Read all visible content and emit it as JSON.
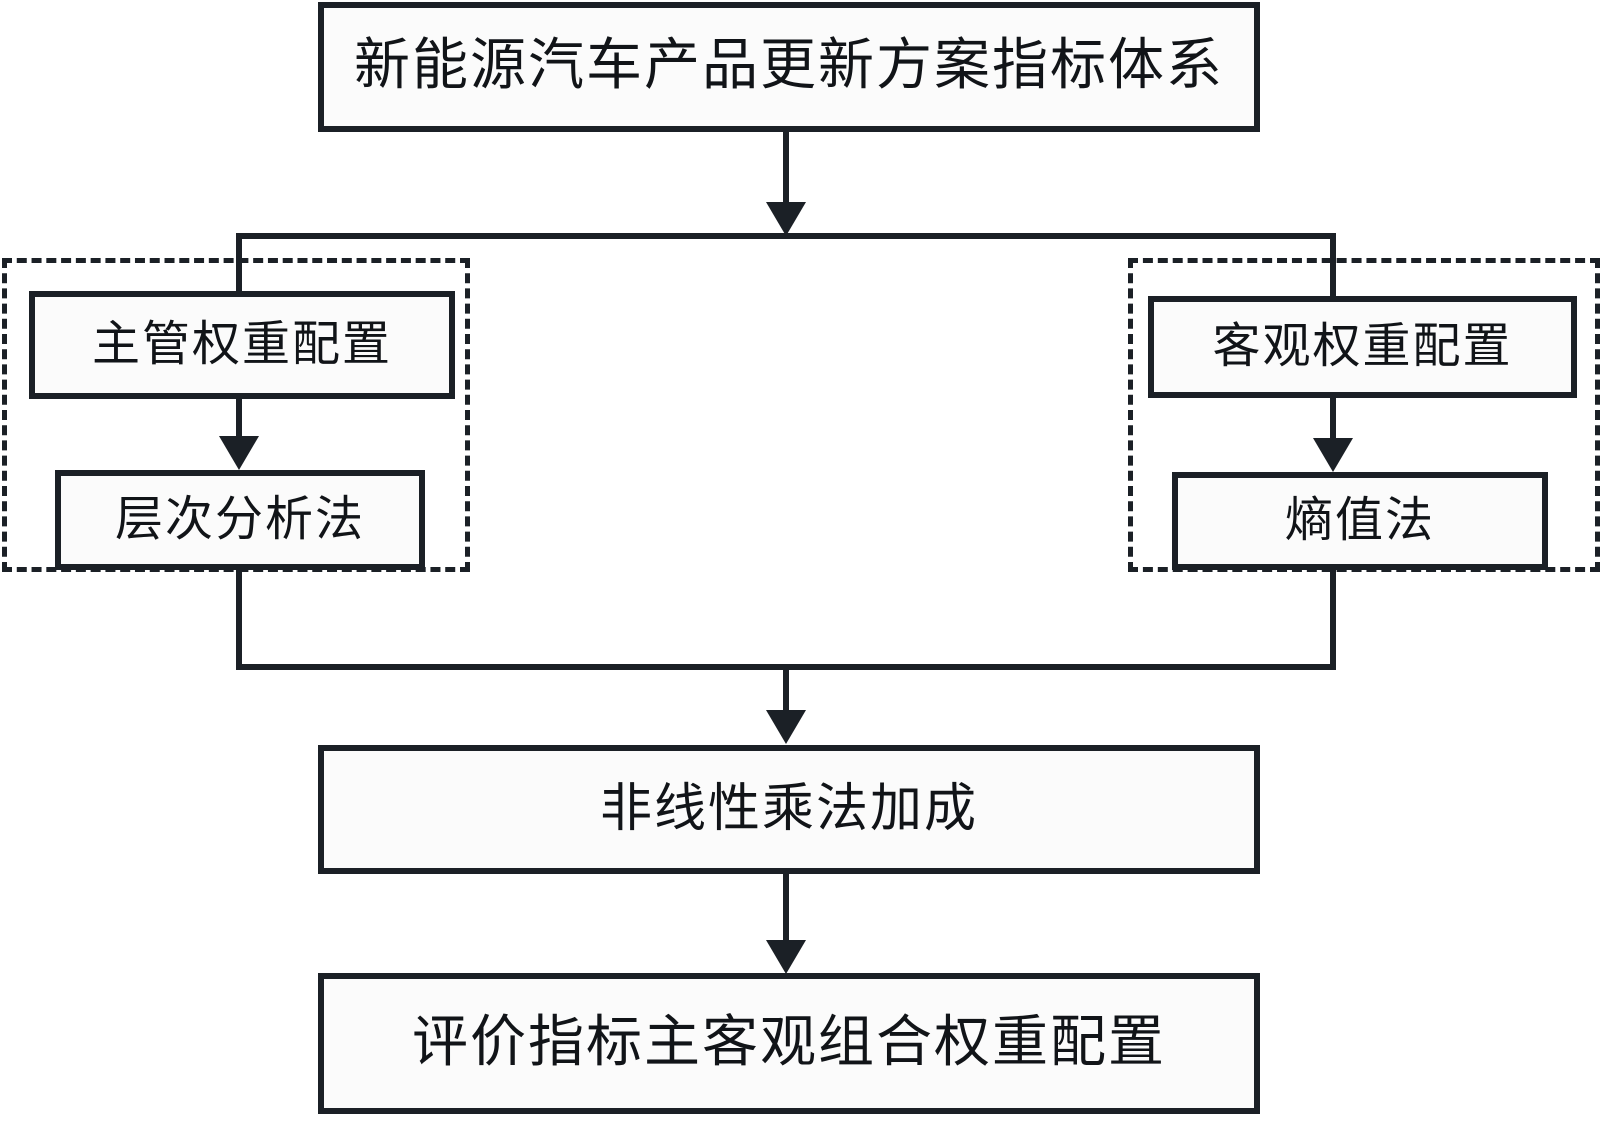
{
  "diagram": {
    "title_node": "新能源汽车产品更新方案指标体系",
    "subjective": {
      "group_label": "",
      "config_node": "主管权重配置",
      "method_node": "层次分析法"
    },
    "objective": {
      "group_label": "",
      "config_node": "客观权重配置",
      "method_node": "熵值法"
    },
    "combine_node": "非线性乘法加成",
    "result_node": "评价指标主客观组合权重配置",
    "colors": {
      "stroke": "#1b2026",
      "fill": "#fbfbfb",
      "background": "#ffffff"
    }
  }
}
